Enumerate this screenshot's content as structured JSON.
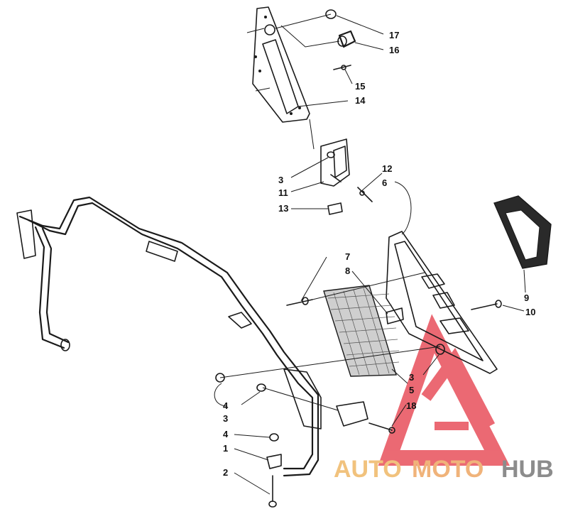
{
  "callouts": {
    "c17": "17",
    "c16": "16",
    "c15": "15",
    "c14": "14",
    "c3a": "3",
    "c11": "11",
    "c13": "13",
    "c12": "12",
    "c6": "6",
    "c7": "7",
    "c8": "8",
    "c9": "9",
    "c10": "10",
    "c3b": "3",
    "c5": "5",
    "c18": "18",
    "c4a": "4",
    "c3c": "3",
    "c4b": "4",
    "c1": "1",
    "c2": "2"
  },
  "watermark": {
    "part1": "AUTO",
    "part2": "MOTO",
    "part3": "HUB",
    "color_auto": "#f1c27d",
    "color_moto": "#f0b37a",
    "color_hub": "#8c8c8c",
    "logo_color": "#e8505b"
  }
}
